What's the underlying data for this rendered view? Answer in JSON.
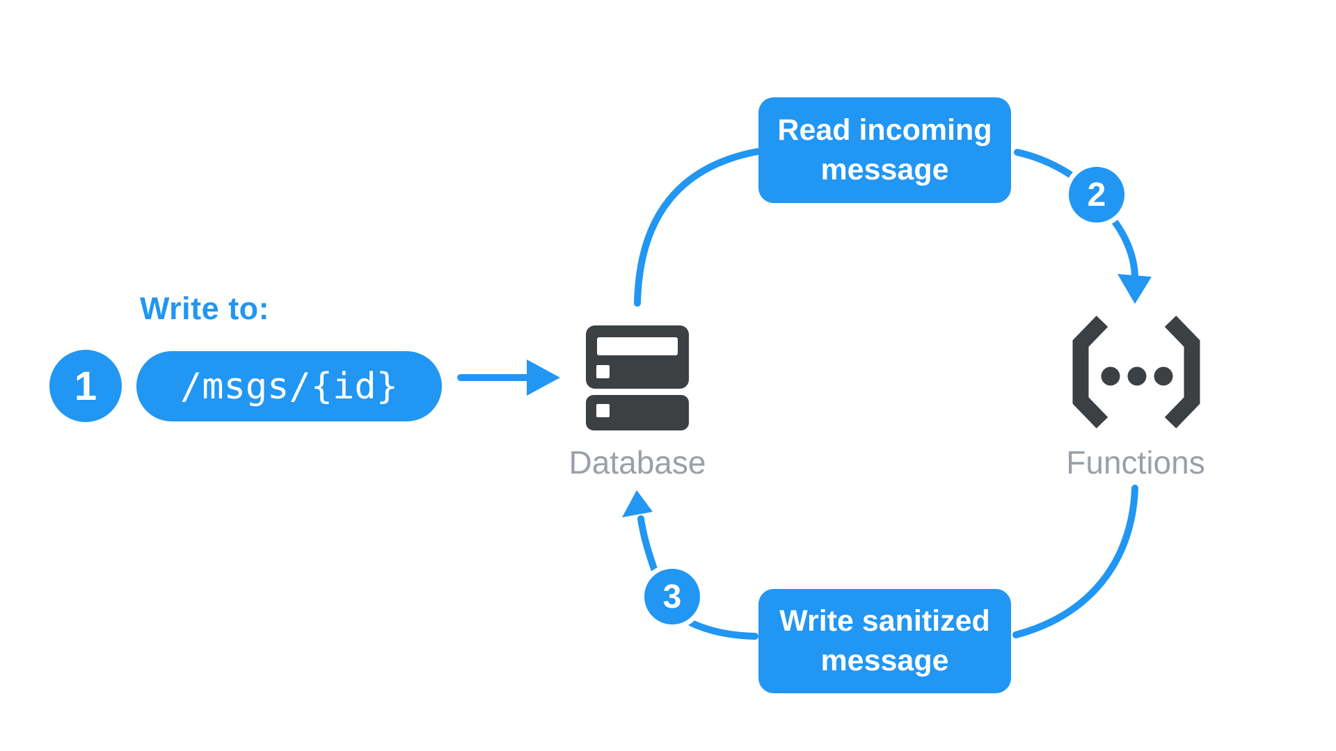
{
  "colors": {
    "blue": "#2196F3",
    "dark": "#3C4043",
    "gray": "#9AA0A6",
    "background": "#ffffff"
  },
  "step1": {
    "badge": "1",
    "title": "Write to:",
    "code": "/msgs/{id}"
  },
  "step2": {
    "badge": "2",
    "box_label": "Read incoming message"
  },
  "step3": {
    "badge": "3",
    "box_label": "Write sanitized message"
  },
  "database": {
    "label": "Database"
  },
  "functions": {
    "label": "Functions"
  }
}
